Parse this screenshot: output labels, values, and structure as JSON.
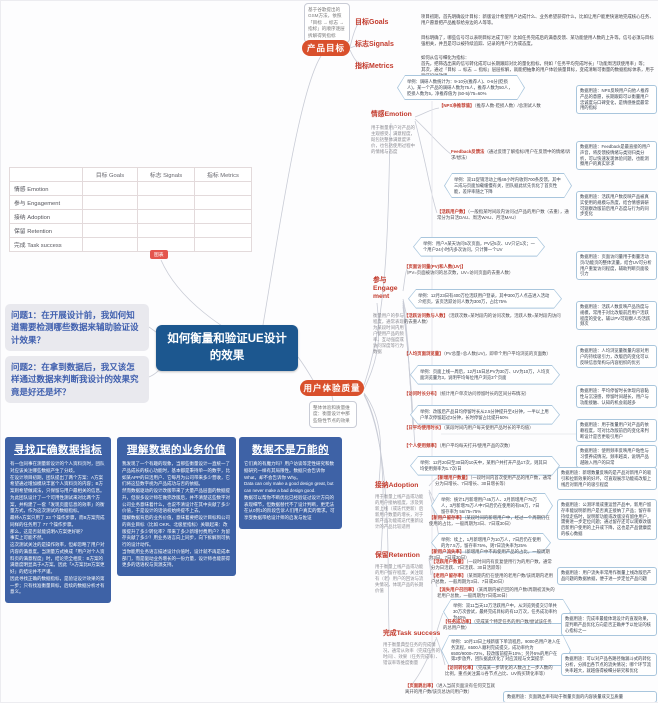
{
  "center": {
    "title": "如何衡量和验证UE设计\n的效果"
  },
  "questions": {
    "q1": "问题1：在开展设计前，我如何知道需要检测哪些数据来辅助验证设计效果？",
    "q2": "问题2：在拿到数据后，我又该怎样通过数据来判断我设计的效果究竟是好还是坏？"
  },
  "table": {
    "h0": "目标 Goals",
    "h1": "标志 Signals",
    "h2": "指标 Metrics",
    "r0": "情感 Emotion",
    "r1": "参与 Engagement",
    "r2": "接纳 Adoption",
    "r3": "保留 Retention",
    "r4": "完成 Task success",
    "badge": "图表"
  },
  "boxes": {
    "b1": {
      "title": "寻找正确数据指标",
      "body": "有一位同事在测量新设计的个人资料页时，团队对应该关注哪些数据产生了分歧。\n在设计项目初期，团队提出了两个方案：A方案希望通过增加模块丰富个人资料页的内容；B方案则希望做减法，只保留与用户最相关的信息。为此团队设计了一个可用性测试来对比两个方案，并构建了一套「发现页面信息的效率」的衡量方式，作为这次测试的数据指标。\n最终A方案只用了 23 个操作步骤，而B方案完成同样的任务用了 77 个操作步骤。\n那么，这是否就能说明A方案更好呢？\n事实上可能不然。\n这次测试关注的是操作效率，但却忽略了用户对内容的满意度。当测量方式换成「用户对个人资料页的满意程度」时，结论完全相反：B方案的满意度明显高于A方案。因此「A方案比B方案更好」的结论并不严谨。\n因此寻找正确的数据指标，是验证设计效果的第一步；只有找准衡量目标，后续的数据分析才有意义。"
    },
    "b2": {
      "title": "理解数据的业务价值",
      "body": "我发现了一个有趣的现象，当那些衡量设计一直统一了产品成长的核心功能时，基本都是秉持单一的数字，比如某APP的日活用户、它每月为公司带来多少营收，它们将这些数字视为产品成功与否的依据。\n然而数据驱动的设计改版带来了大量产品层面的数据提升，但很多设计师在做完改版后，并不清楚这些数字对公司业务意味着什么，也说不清设计在其中贡献了多少价值，于是设计的话语权始终提不上去。\n理解数据背后的业务价值，意味着要把设计目标和公司的商业目标（比如 OKR、北极星指标）关联起来：改版提升了多少转化率？带来了多少新增付费用户？为留存贡献了多少？用业务语言向上同步，向下拆解到可执行的设计动作。\n当你能用业务语言描述设计价值时，设计就不再是成本部门，而是驱动业务增长的一份力量，设计师也能获得更多的话语权与资源支持。"
    },
    "b3": {
      "title": "数据不是万能的",
      "body": "它们真的有魔力吗？用户访谈等定性研究和数据研究一样有其局限性。数据只会告诉你 What，却不会告诉你 Why。\nData can only make a good design great, but can never make a bad design good.\n数据可以帮你不断优化已经验证过设计方向的表现细节，但数据替代不了设计判断，更无法在从0到1的阶段告诉人们用户真实的需求。可享受数据带给设计师的启发与佐证"
    }
  },
  "gsm": {
    "node": "产品目标",
    "note": "基于谷歌提出的GSM方法，依照「目标 → 标志 → 指标」的顺序逐层拆解得到指标",
    "goals": {
      "label": "目标Goals",
      "text": "项目初期，首先明确设计目标：新版设计希望用户达成什么、业务希望获得什么，比如让用户能更快速地完成核心任务、用户愿意把产品推荐给身边的人等等。"
    },
    "signals": {
      "label": "标志Signals",
      "text": "目标明确了，哪些信号可以表明目标达成了呢？比如任务完成后的满意反馈、某功能使用人数的上升等。信号必须与目标强相关，并且是可以被持续追踪、记录的用户行为或态度。"
    },
    "metrics": {
      "label": "指标Metrics",
      "text": "如何从信号细化为指标：\n首先，把筛选出来的信号转化成可以长期跟踪对比的量化指标，例如「任务平均完成时长」「功能周活跃使用率」等；\n其次，通过「目标 → 标志 → 指标」层层拆解，就能把抽象的用户体验质量目标，变成清晰可衡量的数据指标体系，用于验证设计效果。"
    }
  },
  "heart": {
    "node": "用户体验质量",
    "note": "整体体验和质量维度：衡量设计中那些隐性节点的效果",
    "emotion": {
      "label": "情感Emotion",
      "desc": "用于衡量用户对产品的主观感受、满意程度，既包括整体满意度评价，也包括使用过程中的情绪与态度",
      "m0": {
        "name": "【NPS净推荐值】",
        "desc": "（推荐人数-贬损人数）/总测试人数",
        "example": "举例：调研人数统计为：9-10分(推荐人)、0-6分(贬损人)，某一个产品的调研人数为75人，推荐人数为50人，贬损人数为5，净推荐值为 (50-5)/75=60%",
        "usage": "数据用途：NPS反映用户向他人推荐产品的意愿，长期跟踪可以衡量用户忠诚度与口碑变化，是情感维度最常用的指标"
      },
      "m1": {
        "name": "Feedback反馈法",
        "desc": "（通过反馈了解指标/用户在反馈中的情绪/诉求/想法）",
        "example": "举例：双11促销活动上线48小时内收到700条反馈，其中三成与页面加载缓慢有关，团队据此优先优化了首页性能，差评率随之下降",
        "usage": "数据用途：Feedback是最直接的用户声音，将反馈按情绪与类别归类分析，可以快速发现体验问题，也能洞察用户的真实诉求"
      },
      "m2": {
        "name": "【活跃用户数】",
        "desc": "（一般指某时间段内访问过产品的用户数（去重），通常分为日活DAU、周活WAU、月活MAU）",
        "usage": "数据用途：活跃用户数反映产品被真实使用的规模与热度，结合情感调研可观察改版前后用户态度与行为的同步变化"
      }
    },
    "engagement": {
      "label": "参与 Engage ment",
      "desc": "衡量用户的参与程度，通常表现为某段时间内用户使用产品的频率、互动强度或访问深度等行为数据",
      "m0": {
        "name": "【页面访问量(PV)和人数(UV)】",
        "desc": "（PV=页面被访问的总次数，UV=访问页面的去重人数）",
        "example": "举例：用户A某天访问5次页面，PV记5次、UV只记1次；一个用户24小时内多次访问，只计算一个UV",
        "usage": "数据用途：页面访问量用于衡量活动页/功能页的整体流量，结合UV可分析用户重复访问程度，辅助判断页面吸引力"
      },
      "m1": {
        "name": "【活跃访问数与人数】",
        "desc": "（活跃次数=某时段内的访问次数，活跃人数=某时段内访问的去重人数）",
        "example": "举例：12月23日有400万位活跃用户登录，其中300万人点击进入活动介绍页，该页活跃访问人数为300万，占比75%",
        "usage": "数据用途：活跃人数反映产品热度与规模，常用于对比改版前后用户活跃程度的变化，辅以PV可观察人均活跃频次"
      },
      "m2": {
        "name": "【人均页面浏览量】",
        "desc": "（PV总量÷总人数(UV)，即单个用户平均浏览的页面数）",
        "example": "举例：页面上线一周后，12月15日总PV为30万、UV为10万，人均页面浏览量为3，说明平均每位用户浏览3个页面",
        "usage": "数据用途：人均浏览量衡量内容对用户的持续吸引力，改版后的变化可以反映信息架构与内容组织的优劣"
      },
      "m3": {
        "name": "【访问时长分布】",
        "desc": "（统计用户单次访问停留时长的区间分布情况）",
        "example": "举例：改版后产品日均停留时长从2.5分钟提升至4分钟，一半以上用户单次停留超过3分钟，长时停留占比提升50%",
        "usage": "数据用途：平均停留时长体现内容黏性与沉浸感，停留时间越长，用户与功能接触、认知的机会就越多"
      },
      "m4": {
        "name": "【日平均使用时长】",
        "desc": "（某段时间内用户每天使用产品时长的平均值）",
        "usage": "数据用途：用于衡量用户对产品的依赖程度，可对比改版前后的变化来判断设计是否更吸引用户"
      },
      "m5": {
        "name": "【个人使用频率】",
        "desc": "（用户平均每天打开/使用产品的次数）",
        "example": "举例：12月20日至30日的10天中，某用户共打开产品17次，则其日均使用频率为1.7次/日",
        "usage": "数据用途：使用频率反映用户粘性与习惯养成情况，频率越高，说明产品越融入用户的日常"
      }
    },
    "adoption": {
      "label": "接纳Adoption",
      "desc": "用于衡量上线产品或功能的用户接纳程度，涉及到新上线（或迭代更新）后新用户数量的增长，对于新产品功能或迭代重新设计的产品比较适用",
      "m0": {
        "name": "【新增用户数量】",
        "desc": "（一段时间内首次使用产品的用户数，通常分为日增长、7日增长、30日增长等）",
        "usage": "数据用途：新增数量反映的是产品对新用户的吸引和拉新效果的好坏，可直观展示功能或改版上线后对新用户的吸引程度"
      },
      "m1": {
        "name": "【新用户留存率】",
        "desc": "（某段时间的新增用户中，经过一个周期仍在使用的占比，一般周期为3日、7日或30日）",
        "example": "举例：统计1月新增用户45万人、2月新增用户75万人，3月新增75万人中7日后仍在使用的有56万，7日留存率为 56/75≈75%",
        "usage": "数据用途：公测环境或重运营产品中，新用户留存率能说明新用户是否真正接纳了产品；留存率持续走低时，说明新功能或改版没有留住用户，需要进一步定位问题；通过留存还可以观察改版后新用户使用的上升或下降，这也是产品健康度的核心数据"
      },
      "m2": {
        "name": "【新用户流失率】",
        "desc": "（新增用户中不再使用产品的占比，一般周期为3日、7日或30日）",
        "example": "举例：续上，1月新增用户为10万人，7日后仍在使用的为7.5万，留存率75%，则7日流失率为25%",
        "usage": "数据用途：用户流失率常用作衡量上线改版后产品问题的数据依据，便于进一步定位产品问题"
      }
    },
    "retention": {
      "label": "保留Retention",
      "desc": "用于衡量上线产品或功能的用户留存程度，关注现有（老）用户的回访与流失情况，体现产品的长期价值",
      "m0": {
        "name": "【活跃用户数量】",
        "desc": "（一段时间内有反复使用行为的用户数，通常分为日活跃、7日活跃、30日活跃等）"
      },
      "m1": {
        "name": "【老用户留存率】",
        "desc": "（某周期内仍在使用的老用户数/该周期内老用户总数，一般周期为3日、7日或30日）"
      },
      "m2": {
        "name": "【流失用户召回率】",
        "desc": "（某周期内被召回的用户数/周期初流失的老用户总数，一般周期为7日或30日）"
      }
    },
    "task": {
      "label": "完成Task success",
      "desc": "用于衡量典型任务的完成情况，通常从效率（完成任务的时间）、效果（任务完成率）、错误率等维度衡量",
      "m0": {
        "name": "【任务成功率】",
        "desc": "（完成某个特定任务的用户数/尝试该任务的总用户数）",
        "example": "举例：双11当天12万活跃用户中，从浏览到提交订单共30万次尝试，最终完成目标的有12万次，任务成功率约为40%",
        "usage": "数据用途：完成率最能体现设计的直观效果，是判断产品优化方向是否正确并予以佐证的核心指标之一"
      },
      "m1": {
        "name": "【访问转化率】",
        "desc": "（完成某一步转化的人数占上一步人数的比例，重点关注漏斗各节点占比、UV购买转化率等）",
        "example": "举例：10月13日上线新版下单流程后，9000名用户进入任务流程，6500人顺利完成提交，成功率约为 6500/9000≈72%，较改版前提升10%；另外5%的用户在第2步放弃，团队据此优化了对应流程与文案提示",
        "usage": "数据用途：可以对产品各路径做漏斗式的转化分析，分辨出各节点的流失情况；哪个环节流失率越大，就越值得被细分研究和优化"
      },
      "m2": {
        "name": "【页面跳出率】",
        "desc": "（进入当前页面没有任何交互就离开的用户数/该页总访问用户数）",
        "usage": "数据用途：页面跳出率有助于衡量页面的内容质量或交互质量"
      }
    }
  }
}
